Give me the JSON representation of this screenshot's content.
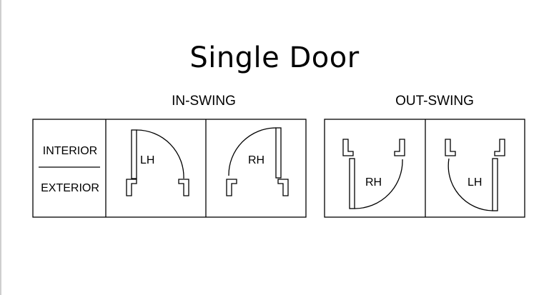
{
  "title": "Single Door",
  "sections": {
    "in_swing": "IN-SWING",
    "out_swing": "OUT-SWING"
  },
  "row_labels": {
    "interior": "INTERIOR",
    "exterior": "EXTERIOR"
  },
  "panels": {
    "in_left": "LH",
    "in_right": "RH",
    "out_left": "RH",
    "out_right": "LH"
  }
}
